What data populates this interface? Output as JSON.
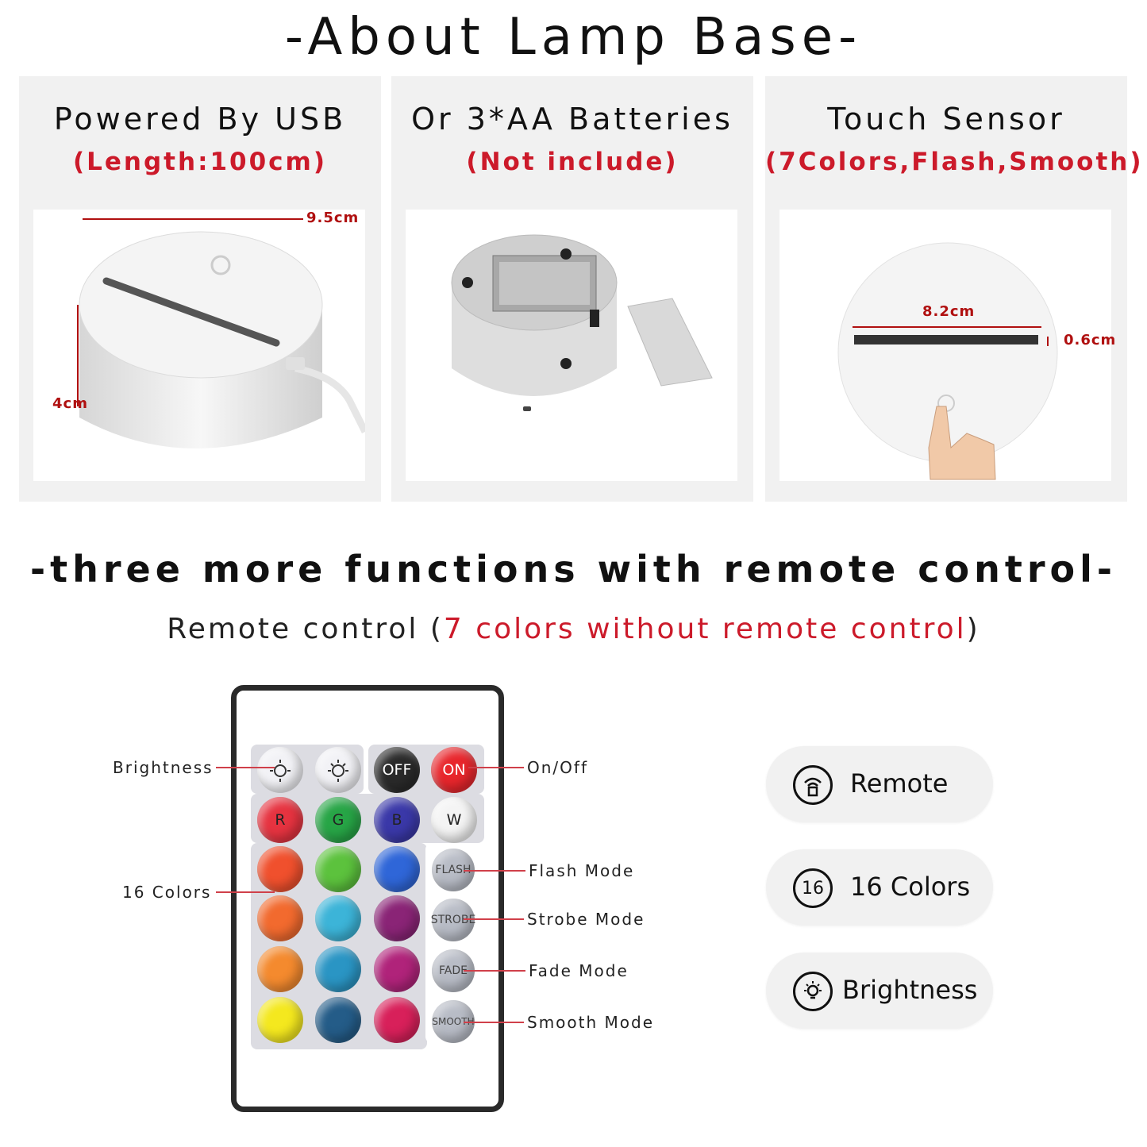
{
  "header": {
    "title": "-About Lamp Base-"
  },
  "panels": [
    {
      "title": "Powered By USB",
      "subtitle": "(Length:100cm)",
      "dims": [
        "9.5cm",
        "4cm"
      ]
    },
    {
      "title": "Or 3*AA Batteries",
      "subtitle": "(Not include)"
    },
    {
      "title": "Touch Sensor",
      "subtitle": "(7Colors,Flash,Smooth)",
      "dims": [
        "8.2cm",
        "0.6cm"
      ]
    }
  ],
  "remote_section": {
    "title": "-three more functions with remote control-",
    "subtitle_prefix": "Remote control (",
    "subtitle_red": "7 colors without remote control",
    "subtitle_suffix": ")"
  },
  "remote": {
    "buttons": {
      "off": "OFF",
      "on": "ON",
      "r": "R",
      "g": "G",
      "b": "B",
      "w": "W",
      "flash": "FLASH",
      "strobe": "STROBE",
      "fade": "FADE",
      "smooth": "SMOOTH"
    },
    "colors": {
      "off": "#2a2a2a",
      "on": "#e8262c",
      "r": "#e63340",
      "g": "#27a546",
      "b": "#3a38a8",
      "w": "#f4f4f4",
      "row2": [
        "#f0502d",
        "#5cc23d",
        "#2f66d8"
      ],
      "row3": [
        "#f26a2e",
        "#3cb4d8",
        "#8a2476"
      ],
      "row4": [
        "#f48a2e",
        "#2a95c4",
        "#b0237a"
      ],
      "row5": [
        "#f4e81e",
        "#245c88",
        "#d8205a"
      ],
      "mode": "#b8bcc6",
      "white": "#f2f2f6"
    }
  },
  "callouts": {
    "brightness": "Brightness",
    "onoff": "On/Off",
    "colors16": "16 Colors",
    "flash": "Flash Mode",
    "strobe": "Strobe Mode",
    "fade": "Fade Mode",
    "smooth": "Smooth Mode"
  },
  "features": [
    {
      "label": "Remote",
      "icon": "remote-signal-icon"
    },
    {
      "label": "16 Colors",
      "icon_text": "16"
    },
    {
      "label": "Brightness",
      "icon": "bulb-icon"
    }
  ]
}
